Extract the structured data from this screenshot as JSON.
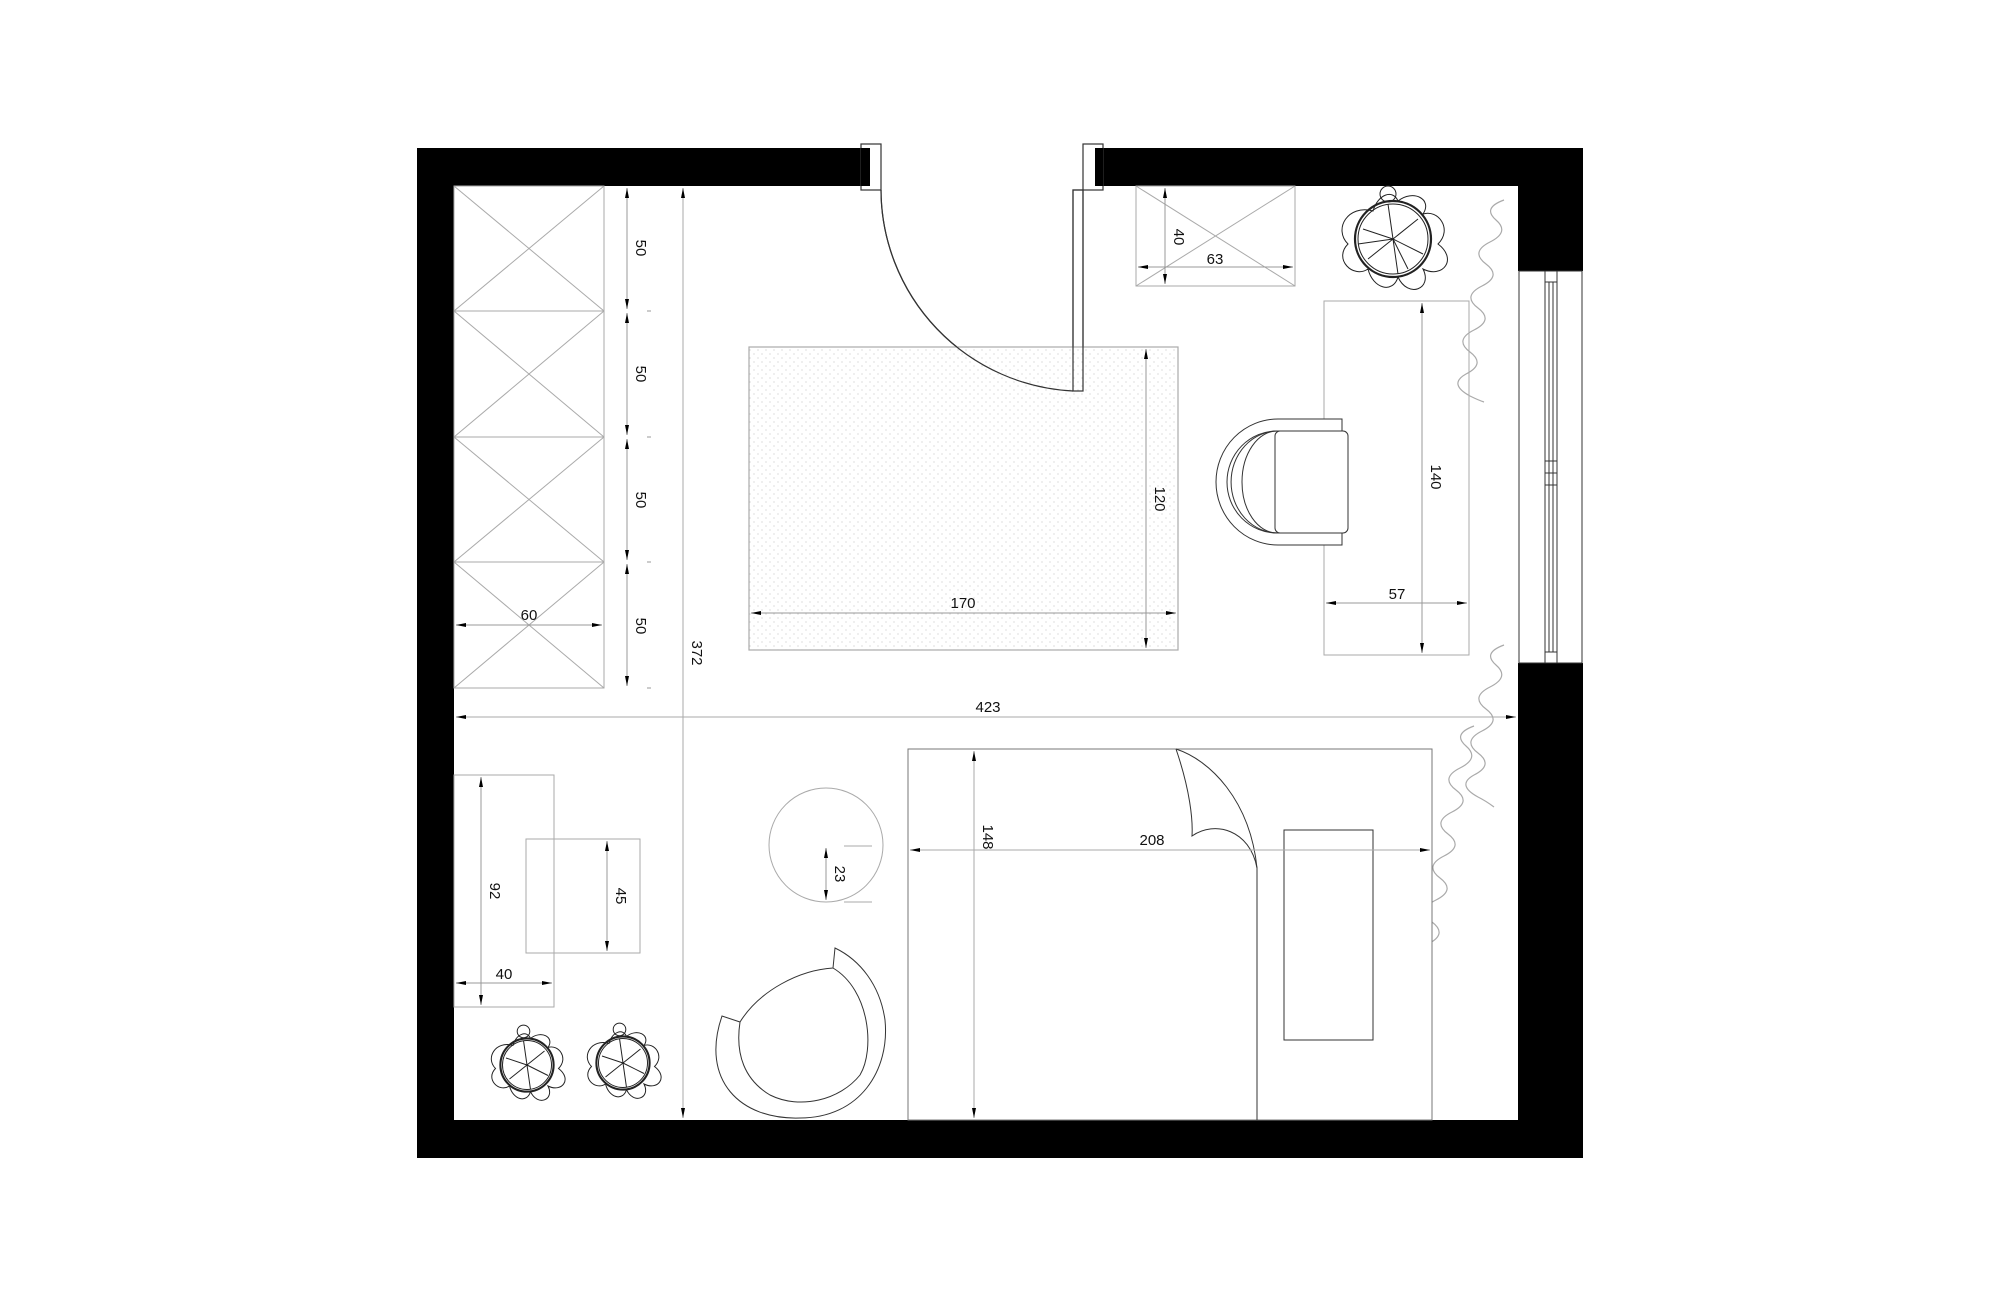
{
  "plan": {
    "type": "bedroom floor plan",
    "units": "cm",
    "colors": {
      "wall": "#000000",
      "furniture_line": "#333333",
      "light_line": "#aaaaaa",
      "dimension_line": "#999999",
      "background": "#ffffff"
    }
  },
  "dimensions": {
    "room_width": "423",
    "room_depth": "372",
    "wardrobe_width": "60",
    "wardrobe_section_1": "50",
    "wardrobe_section_2": "50",
    "wardrobe_section_3": "50",
    "wardrobe_section_4": "50",
    "rug_width": "170",
    "rug_depth": "120",
    "cabinet_depth": "40",
    "cabinet_width": "63",
    "desk_length": "140",
    "desk_depth": "57",
    "dresser_length": "92",
    "dresser_depth": "40",
    "stool_size": "45",
    "side_table_radius": "23",
    "bed_length": "208",
    "bed_width": "148"
  },
  "elements": [
    {
      "name": "wardrobe",
      "label": "Wardrobe (4 modules)"
    },
    {
      "name": "door",
      "label": "Entry door"
    },
    {
      "name": "rug",
      "label": "Rug"
    },
    {
      "name": "cabinet",
      "label": "Cabinet"
    },
    {
      "name": "plant-top-right",
      "label": "Plant"
    },
    {
      "name": "desk",
      "label": "Desk"
    },
    {
      "name": "desk-chair",
      "label": "Desk chair"
    },
    {
      "name": "window",
      "label": "Window"
    },
    {
      "name": "curtains",
      "label": "Curtains"
    },
    {
      "name": "dresser",
      "label": "Dresser"
    },
    {
      "name": "stool",
      "label": "Stool"
    },
    {
      "name": "side-table",
      "label": "Round side table"
    },
    {
      "name": "armchair",
      "label": "Armchair"
    },
    {
      "name": "plants-bottom-left",
      "label": "Plants"
    },
    {
      "name": "bed",
      "label": "Bed"
    },
    {
      "name": "bed-pillow",
      "label": "Pillow"
    }
  ]
}
